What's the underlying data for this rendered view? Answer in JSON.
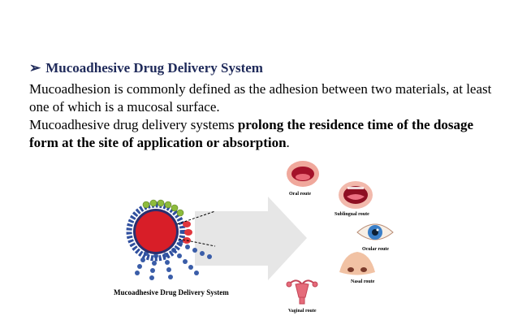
{
  "slide": {
    "heading_bullet": "➢",
    "heading": "Mucoadhesive Drug Delivery System",
    "para1": "Mucoadhesion is commonly defined as the adhesion between two materials, at least one of which is a mucosal surface.",
    "para2_pre": "Mucoadhesive drug delivery systems ",
    "para2_bold": "prolong the residence time of the dosage form at the site of application or absorption",
    "para2_post": "."
  },
  "figure": {
    "system_caption": "Mucoadhesive Drug Delivery System",
    "routes": {
      "oral": "Oral route",
      "sublingual": "Sublingual route",
      "ocular": "Ocular route",
      "nasal": "Nasal route",
      "vaginal": "Vaginal route"
    }
  },
  "colors": {
    "heading": "#1f2a5a",
    "particle_core": "#d81e28",
    "particle_ring": "#2f4f9e",
    "beads": "#3a5da8",
    "green_beads": "#8dbb3c",
    "arrow": "#e4e4e4"
  }
}
